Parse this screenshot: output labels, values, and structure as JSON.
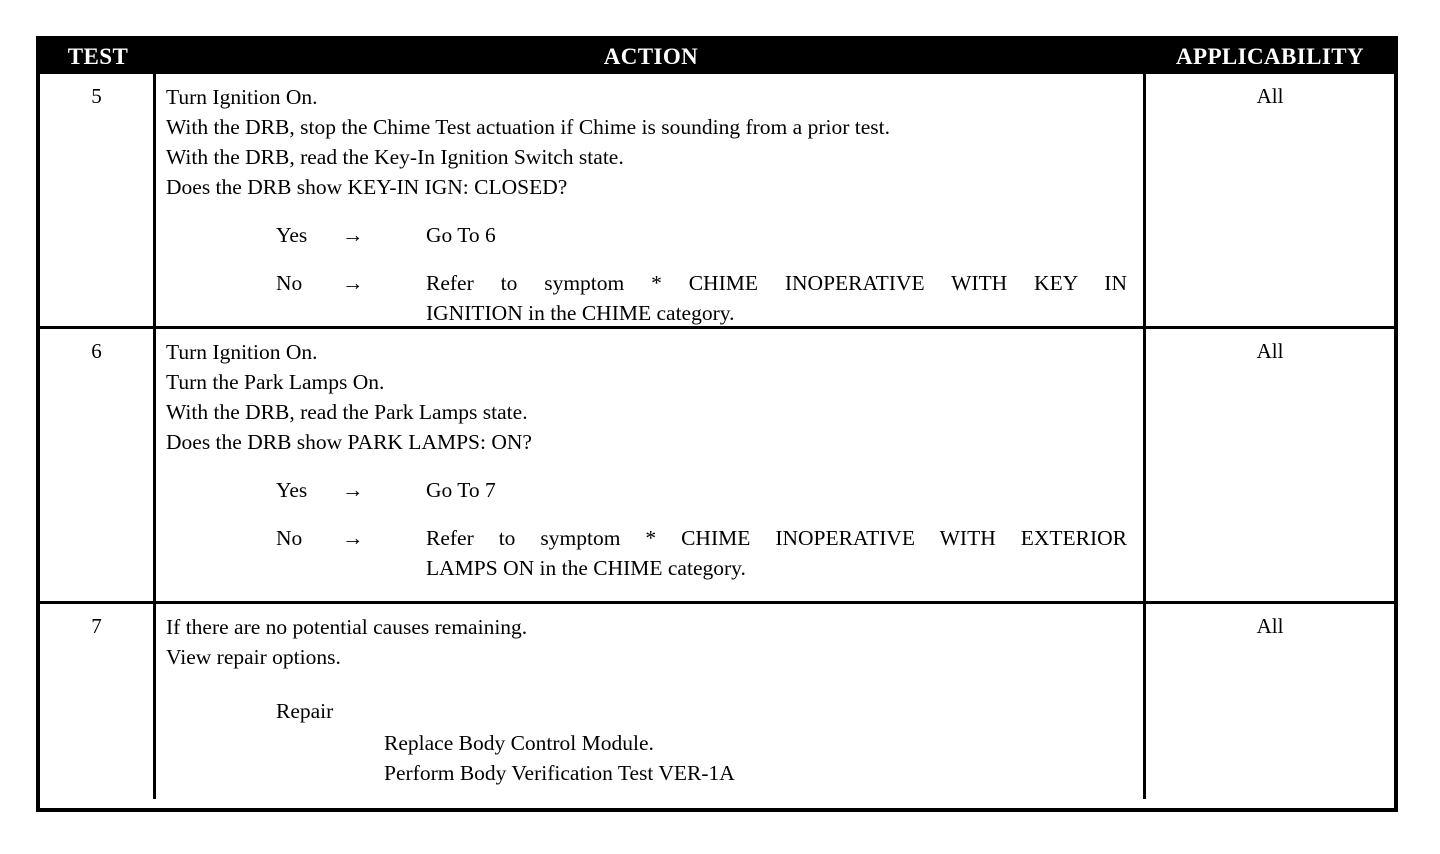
{
  "document": {
    "type": "diagnostic-test-table",
    "background_color": "#ffffff",
    "border_color": "#000000",
    "header_background": "#000000",
    "header_text_color": "#ffffff"
  },
  "table": {
    "headers": {
      "test": "TEST",
      "action": "ACTION",
      "applicability": "APPLICABILITY"
    },
    "rows": [
      {
        "test": "5",
        "applicability": "All",
        "statements": [
          "Turn Ignition On.",
          "With the DRB, stop the Chime Test actuation if Chime is sounding from a prior test.",
          "With the DRB, read the Key-In Ignition Switch state.",
          "Does the DRB show KEY-IN IGN: CLOSED?"
        ],
        "branches": [
          {
            "label": "Yes",
            "arrow": "→",
            "text": "Go To   6",
            "justified": false
          },
          {
            "label": "No",
            "arrow": "→",
            "line1": "Refer to symptom * CHIME INOPERATIVE WITH KEY IN",
            "line2": "IGNITION in the CHIME category.",
            "justified": true
          }
        ]
      },
      {
        "test": "6",
        "applicability": "All",
        "statements": [
          "Turn Ignition On.",
          "Turn the Park Lamps On.",
          "With the DRB, read the Park Lamps state.",
          "Does the DRB show PARK LAMPS: ON?"
        ],
        "branches": [
          {
            "label": "Yes",
            "arrow": "→",
            "text": "Go To   7",
            "justified": false
          },
          {
            "label": "No",
            "arrow": "→",
            "line1": "Refer to symptom * CHIME INOPERATIVE WITH EXTERIOR",
            "line2": "LAMPS ON in the CHIME category.",
            "justified": true
          }
        ]
      },
      {
        "test": "7",
        "applicability": "All",
        "statements": [
          "If there are no potential causes remaining.",
          "View repair options."
        ],
        "repair": {
          "title": "Repair",
          "items": [
            "Replace Body Control Module.",
            "Perform Body Verification Test VER-1A"
          ]
        }
      }
    ]
  }
}
